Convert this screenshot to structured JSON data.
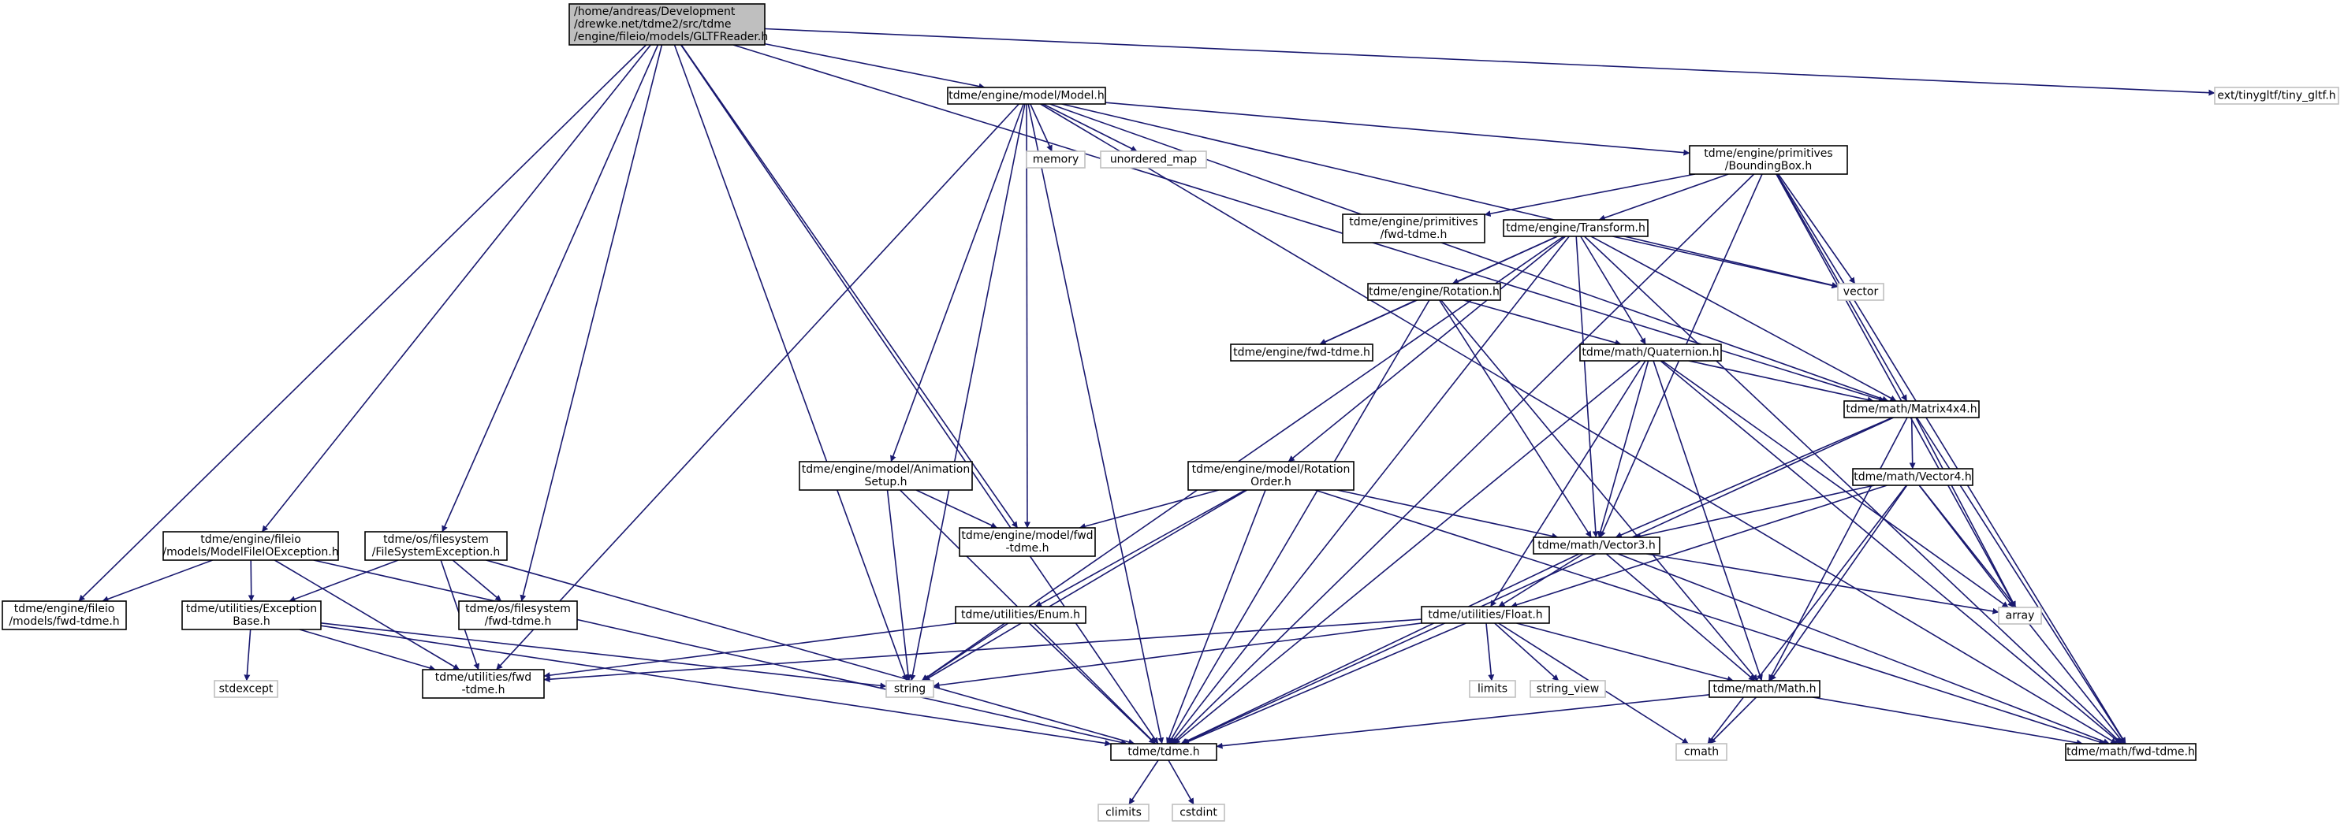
{
  "colors": {
    "edge": "#191970",
    "root_fill": "#bfbfbf",
    "node_border": "#000000",
    "external_border": "#bfbfbf",
    "background": "#ffffff"
  },
  "nodes": [
    {
      "id": "gltf",
      "lines": [
        "/home/andreas/Development",
        "/drewke.net/tdme2/src/tdme",
        "/engine/fileio/models/GLTFReader.h"
      ],
      "kind": "root"
    },
    {
      "id": "model",
      "lines": [
        "tdme/engine/model/Model.h"
      ],
      "kind": "normal"
    },
    {
      "id": "tinygltf",
      "lines": [
        "ext/tinygltf/tiny_gltf.h"
      ],
      "kind": "external"
    },
    {
      "id": "memory",
      "lines": [
        "memory"
      ],
      "kind": "external"
    },
    {
      "id": "unordered_map",
      "lines": [
        "unordered_map"
      ],
      "kind": "external"
    },
    {
      "id": "bbox",
      "lines": [
        "tdme/engine/primitives",
        "/BoundingBox.h"
      ],
      "kind": "normal"
    },
    {
      "id": "prim_fwd",
      "lines": [
        "tdme/engine/primitives",
        "/fwd-tdme.h"
      ],
      "kind": "normal"
    },
    {
      "id": "transform",
      "lines": [
        "tdme/engine/Transform.h"
      ],
      "kind": "normal"
    },
    {
      "id": "vector",
      "lines": [
        "vector"
      ],
      "kind": "external"
    },
    {
      "id": "rotation",
      "lines": [
        "tdme/engine/Rotation.h"
      ],
      "kind": "normal"
    },
    {
      "id": "engine_fwd",
      "lines": [
        "tdme/engine/fwd-tdme.h"
      ],
      "kind": "normal"
    },
    {
      "id": "quaternion",
      "lines": [
        "tdme/math/Quaternion.h"
      ],
      "kind": "normal"
    },
    {
      "id": "matrix",
      "lines": [
        "tdme/math/Matrix4x4.h"
      ],
      "kind": "normal"
    },
    {
      "id": "vector4",
      "lines": [
        "tdme/math/Vector4.h"
      ],
      "kind": "normal"
    },
    {
      "id": "animsetup",
      "lines": [
        "tdme/engine/model/Animation",
        "Setup.h"
      ],
      "kind": "normal"
    },
    {
      "id": "rotorder",
      "lines": [
        "tdme/engine/model/Rotation",
        "Order.h"
      ],
      "kind": "normal"
    },
    {
      "id": "model_fwd",
      "lines": [
        "tdme/engine/model/fwd",
        "-tdme.h"
      ],
      "kind": "normal"
    },
    {
      "id": "vector3",
      "lines": [
        "tdme/math/Vector3.h"
      ],
      "kind": "normal"
    },
    {
      "id": "array",
      "lines": [
        "array"
      ],
      "kind": "external"
    },
    {
      "id": "mfioex",
      "lines": [
        "tdme/engine/fileio",
        "/models/ModelFileIOException.h"
      ],
      "kind": "normal"
    },
    {
      "id": "fsex",
      "lines": [
        "tdme/os/filesystem",
        "/FileSystemException.h"
      ],
      "kind": "normal"
    },
    {
      "id": "fileio_fwd",
      "lines": [
        "tdme/engine/fileio",
        "/models/fwd-tdme.h"
      ],
      "kind": "normal"
    },
    {
      "id": "exbase",
      "lines": [
        "tdme/utilities/Exception",
        "Base.h"
      ],
      "kind": "normal"
    },
    {
      "id": "os_fwd",
      "lines": [
        "tdme/os/filesystem",
        "/fwd-tdme.h"
      ],
      "kind": "normal"
    },
    {
      "id": "enum",
      "lines": [
        "tdme/utilities/Enum.h"
      ],
      "kind": "normal"
    },
    {
      "id": "float",
      "lines": [
        "tdme/utilities/Float.h"
      ],
      "kind": "normal"
    },
    {
      "id": "stdexcept",
      "lines": [
        "stdexcept"
      ],
      "kind": "external"
    },
    {
      "id": "util_fwd",
      "lines": [
        "tdme/utilities/fwd",
        "-tdme.h"
      ],
      "kind": "normal"
    },
    {
      "id": "string",
      "lines": [
        "string"
      ],
      "kind": "external"
    },
    {
      "id": "limits",
      "lines": [
        "limits"
      ],
      "kind": "external"
    },
    {
      "id": "string_view",
      "lines": [
        "string_view"
      ],
      "kind": "external"
    },
    {
      "id": "math",
      "lines": [
        "tdme/math/Math.h"
      ],
      "kind": "normal"
    },
    {
      "id": "cmath",
      "lines": [
        "cmath"
      ],
      "kind": "external"
    },
    {
      "id": "tdme",
      "lines": [
        "tdme/tdme.h"
      ],
      "kind": "normal"
    },
    {
      "id": "math_fwd",
      "lines": [
        "tdme/math/fwd-tdme.h"
      ],
      "kind": "normal"
    },
    {
      "id": "climits",
      "lines": [
        "climits"
      ],
      "kind": "external"
    },
    {
      "id": "cstdint",
      "lines": [
        "cstdint"
      ],
      "kind": "external"
    }
  ],
  "edges": [
    [
      "gltf",
      "model"
    ],
    [
      "gltf",
      "tinygltf"
    ],
    [
      "gltf",
      "matrix"
    ],
    [
      "gltf",
      "model_fwd"
    ],
    [
      "gltf",
      "mfioex"
    ],
    [
      "gltf",
      "fsex"
    ],
    [
      "gltf",
      "fileio_fwd"
    ],
    [
      "gltf",
      "os_fwd"
    ],
    [
      "gltf",
      "string"
    ],
    [
      "gltf",
      "tdme"
    ],
    [
      "model",
      "memory"
    ],
    [
      "model",
      "unordered_map"
    ],
    [
      "model",
      "bbox"
    ],
    [
      "model",
      "vector"
    ],
    [
      "model",
      "matrix"
    ],
    [
      "model",
      "math_fwd"
    ],
    [
      "model",
      "animsetup"
    ],
    [
      "model",
      "model_fwd"
    ],
    [
      "model",
      "string"
    ],
    [
      "model",
      "tdme"
    ],
    [
      "model",
      "util_fwd"
    ],
    [
      "bbox",
      "prim_fwd"
    ],
    [
      "bbox",
      "transform"
    ],
    [
      "bbox",
      "vector"
    ],
    [
      "bbox",
      "array"
    ],
    [
      "bbox",
      "matrix"
    ],
    [
      "bbox",
      "vector3"
    ],
    [
      "bbox",
      "math_fwd"
    ],
    [
      "bbox",
      "tdme"
    ],
    [
      "transform",
      "engine_fwd"
    ],
    [
      "transform",
      "rotation"
    ],
    [
      "transform",
      "vector"
    ],
    [
      "transform",
      "quaternion"
    ],
    [
      "transform",
      "matrix"
    ],
    [
      "transform",
      "vector3"
    ],
    [
      "transform",
      "math_fwd"
    ],
    [
      "transform",
      "rotorder"
    ],
    [
      "transform",
      "string"
    ],
    [
      "transform",
      "tdme"
    ],
    [
      "rotation",
      "engine_fwd"
    ],
    [
      "rotation",
      "quaternion"
    ],
    [
      "rotation",
      "vector3"
    ],
    [
      "rotation",
      "math"
    ],
    [
      "rotation",
      "tdme"
    ],
    [
      "quaternion",
      "matrix"
    ],
    [
      "quaternion",
      "vector3"
    ],
    [
      "quaternion",
      "math"
    ],
    [
      "quaternion",
      "float"
    ],
    [
      "quaternion",
      "array"
    ],
    [
      "quaternion",
      "math_fwd"
    ],
    [
      "quaternion",
      "tdme"
    ],
    [
      "matrix",
      "vector4"
    ],
    [
      "matrix",
      "vector3"
    ],
    [
      "matrix",
      "math"
    ],
    [
      "matrix",
      "array"
    ],
    [
      "matrix",
      "math_fwd"
    ],
    [
      "matrix",
      "tdme"
    ],
    [
      "vector4",
      "vector3"
    ],
    [
      "vector4",
      "math"
    ],
    [
      "vector4",
      "float"
    ],
    [
      "vector4",
      "array"
    ],
    [
      "vector4",
      "math_fwd"
    ],
    [
      "vector4",
      "cmath"
    ],
    [
      "animsetup",
      "model_fwd"
    ],
    [
      "animsetup",
      "string"
    ],
    [
      "animsetup",
      "tdme"
    ],
    [
      "rotorder",
      "model_fwd"
    ],
    [
      "rotorder",
      "vector3"
    ],
    [
      "rotorder",
      "enum"
    ],
    [
      "rotorder",
      "string"
    ],
    [
      "rotorder",
      "math_fwd"
    ],
    [
      "rotorder",
      "tdme"
    ],
    [
      "vector3",
      "float"
    ],
    [
      "vector3",
      "math"
    ],
    [
      "vector3",
      "array"
    ],
    [
      "vector3",
      "math_fwd"
    ],
    [
      "vector3",
      "tdme"
    ],
    [
      "mfioex",
      "fileio_fwd"
    ],
    [
      "mfioex",
      "exbase"
    ],
    [
      "mfioex",
      "util_fwd"
    ],
    [
      "mfioex",
      "tdme"
    ],
    [
      "fsex",
      "exbase"
    ],
    [
      "fsex",
      "os_fwd"
    ],
    [
      "fsex",
      "util_fwd"
    ],
    [
      "fsex",
      "tdme"
    ],
    [
      "exbase",
      "stdexcept"
    ],
    [
      "exbase",
      "string"
    ],
    [
      "exbase",
      "util_fwd"
    ],
    [
      "exbase",
      "tdme"
    ],
    [
      "enum",
      "string"
    ],
    [
      "enum",
      "util_fwd"
    ],
    [
      "enum",
      "tdme"
    ],
    [
      "float",
      "limits"
    ],
    [
      "float",
      "string_view"
    ],
    [
      "float",
      "math"
    ],
    [
      "float",
      "cmath"
    ],
    [
      "float",
      "string"
    ],
    [
      "float",
      "util_fwd"
    ],
    [
      "float",
      "tdme"
    ],
    [
      "math",
      "cmath"
    ],
    [
      "math",
      "math_fwd"
    ],
    [
      "math",
      "tdme"
    ],
    [
      "tdme",
      "climits"
    ],
    [
      "tdme",
      "cstdint"
    ]
  ]
}
